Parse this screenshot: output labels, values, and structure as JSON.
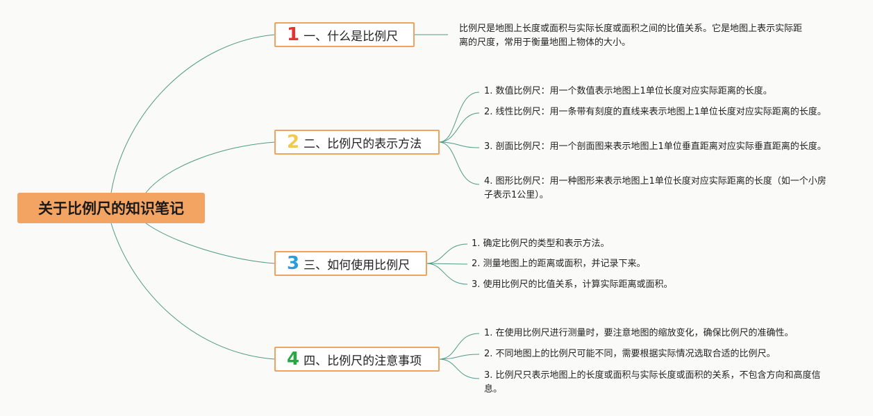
{
  "root": {
    "title": "关于比例尺的知识笔记"
  },
  "topics": [
    {
      "number": "1",
      "color": "#e3342f",
      "title": "一、什么是比例尺"
    },
    {
      "number": "2",
      "color": "#f2c94c",
      "title": "二、比例尺的表示方法"
    },
    {
      "number": "3",
      "color": "#2d9cdb",
      "title": "三、如何使用比例尺"
    },
    {
      "number": "4",
      "color": "#27a844",
      "title": "四、比例尺的注意事项"
    }
  ],
  "details": {
    "t1": [
      "比例尺是地图上长度或面积与实际长度或面积之间的比值关系。它是地图上表示实际距离的尺度，常用于衡量地图上物体的大小。"
    ],
    "t2": [
      "1. 数值比例尺：用一个数值表示地图上1单位长度对应实际距离的长度。",
      "2. 线性比例尺：用一条带有刻度的直线来表示地图上1单位长度对应实际距离的长度。",
      "3. 剖面比例尺：用一个剖面图来表示地图上1单位垂直距离对应实际垂直距离的长度。",
      "4. 图形比例尺：用一种图形来表示地图上1单位长度对应实际距离的长度（如一个小房子表示1公里）。"
    ],
    "t3": [
      "1. 确定比例尺的类型和表示方法。",
      "2. 测量地图上的距离或面积，并记录下来。",
      "3. 使用比例尺的比值关系，计算实际距离或面积。"
    ],
    "t4": [
      "1. 在使用比例尺进行测量时，要注意地图的缩放变化，确保比例尺的准确性。",
      "2. 不同地图上的比例尺可能不同，需要根据实际情况选取合适的比例尺。",
      "3. 比例尺只表示地图上的长度或面积与实际长度或面积的关系，不包含方向和高度信息。"
    ]
  },
  "colors": {
    "link": "#4f9a86",
    "topic_border": "#f0a25f",
    "root_fill": "#f4a462"
  }
}
